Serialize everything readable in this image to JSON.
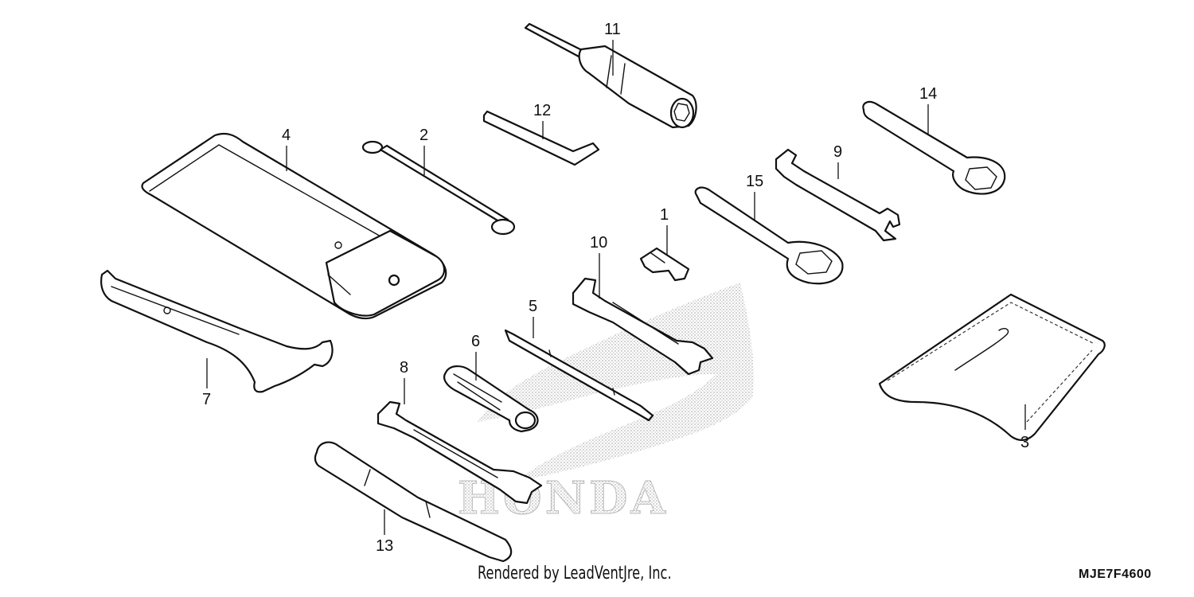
{
  "watermark": {
    "brand": "HONDA"
  },
  "footer": {
    "credit": "Rendered by LeadVentJre, Inc.",
    "diagram_code": "MJE7F4600"
  },
  "callouts": [
    "1",
    "2",
    "3",
    "4",
    "5",
    "6",
    "7",
    "8",
    "9",
    "10",
    "11",
    "12",
    "13",
    "14",
    "15"
  ]
}
